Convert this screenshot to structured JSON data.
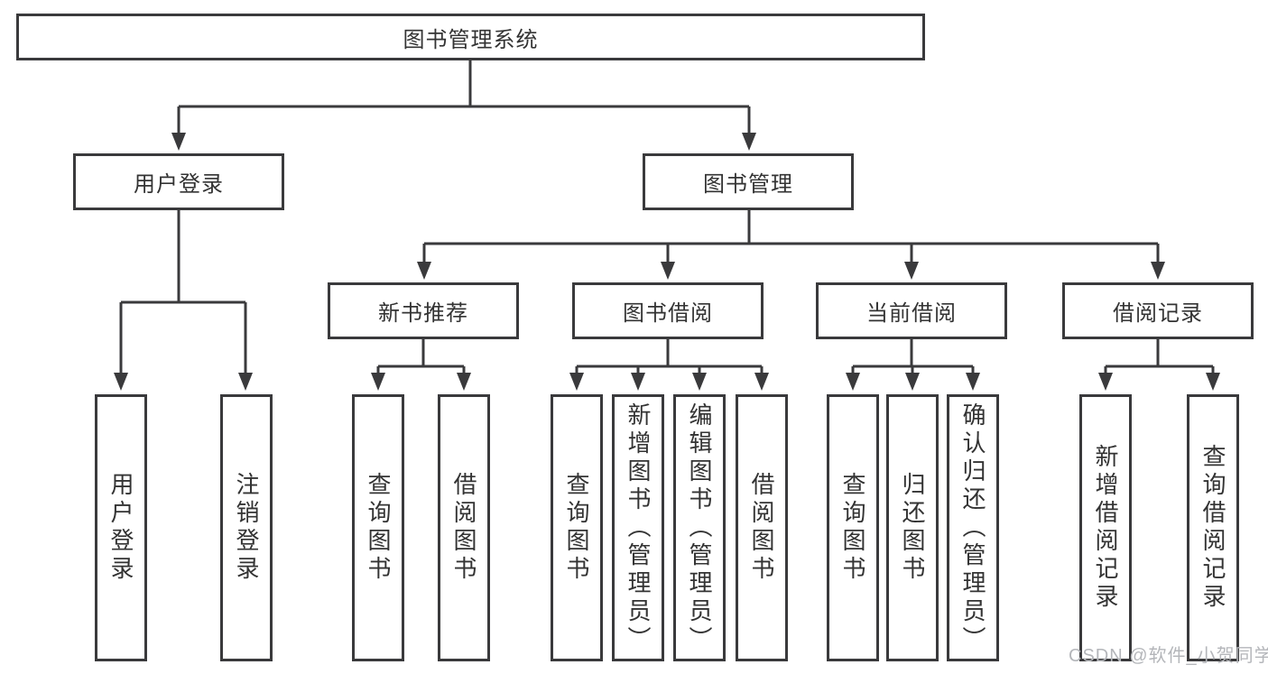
{
  "diagram": {
    "root": {
      "label": "图书管理系统"
    },
    "branches": [
      {
        "label": "用户登录",
        "children": [
          {
            "label": "用户登录"
          },
          {
            "label": "注销登录"
          }
        ]
      },
      {
        "label": "图书管理",
        "groups": [
          {
            "label": "新书推荐",
            "children": [
              {
                "label": "查询图书"
              },
              {
                "label": "借阅图书"
              }
            ]
          },
          {
            "label": "图书借阅",
            "children": [
              {
                "label": "查询图书"
              },
              {
                "label": "新增图书（管理员）"
              },
              {
                "label": "编辑图书（管理员）"
              },
              {
                "label": "借阅图书"
              }
            ]
          },
          {
            "label": "当前借阅",
            "children": [
              {
                "label": "查询图书"
              },
              {
                "label": "归还图书"
              },
              {
                "label": "确认归还（管理员）"
              }
            ]
          },
          {
            "label": "借阅记录",
            "children": [
              {
                "label": "新增借阅记录"
              },
              {
                "label": "查询借阅记录"
              }
            ]
          }
        ]
      }
    ]
  },
  "watermark": {
    "text": "CSDN @软件_小贺同学"
  },
  "colors": {
    "line": "#3a3a3c",
    "text": "#333333",
    "watermark": "#b4b6ba",
    "background": "#ffffff"
  }
}
